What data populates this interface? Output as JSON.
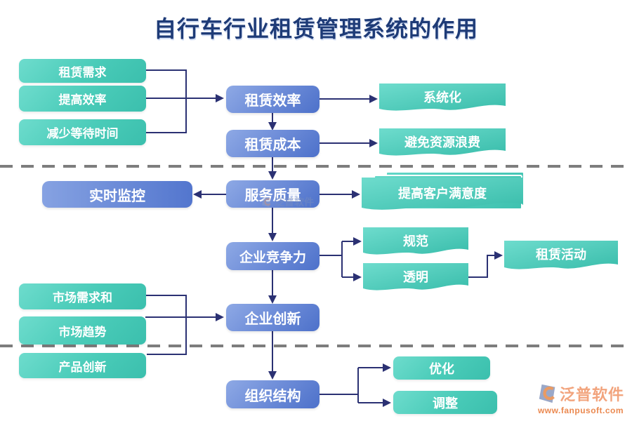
{
  "title": "自行车行业租赁管理系统的作用",
  "top_factors": {
    "items": [
      "租赁需求",
      "提高效率",
      "减少等待时间"
    ]
  },
  "flow": {
    "efficiency": "租赁效率",
    "cost": "租赁成本",
    "quality": "服务质量",
    "competitiveness": "企业竞争力",
    "innovation": "企业创新",
    "structure": "组织结构"
  },
  "outcomes": {
    "systemization": "系统化",
    "waste": "避免资源浪费",
    "satisfaction": "提高客户满意度",
    "standard": "规范",
    "transparency": "透明",
    "activity": "租赁活动",
    "optimization": "优化",
    "adjustment": "调整"
  },
  "monitor": {
    "label": "实时监控"
  },
  "market_factors": {
    "items": [
      "市场需求和",
      "市场趋势",
      "产品创新"
    ]
  },
  "brand": {
    "name": "泛普软件",
    "site": "www.fanpusoft.com"
  },
  "watermark": {
    "name": "泛普软件"
  },
  "colors": {
    "teal_start": "#6edccd",
    "teal_end": "#3bbfad",
    "blue_start": "#8ea9e5",
    "blue_end": "#4d71ca",
    "line": "#2b3173",
    "title": "#1e3b77",
    "dashed": "#7d7d7d",
    "brand_text": "#f2a47d",
    "brand_site": "#eb8950"
  }
}
